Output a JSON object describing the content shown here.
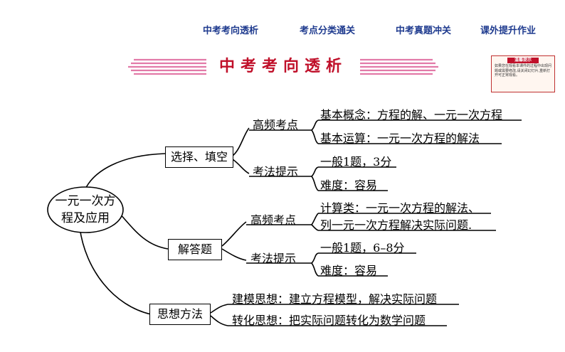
{
  "nav": {
    "items": [
      "中考考向透析",
      "考点分类通关",
      "中考真题冲关",
      "课外提升作业"
    ]
  },
  "banner": {
    "title": "中考考向透析"
  },
  "tip": {
    "title": "温馨提示",
    "body": "如果您在观看本课件的过程中出现问题或需要修改,请关闭幻灯片,重新打开可正常观看。"
  },
  "mindmap": {
    "root": "一元一次方程及应用",
    "branches": [
      {
        "label": "选择、填空",
        "groups": [
          {
            "label": "高频考点",
            "items": [
              "基本概念：方程的解、一元一次方程",
              "基本运算：一元一次方程的解法"
            ]
          },
          {
            "label": "考法提示",
            "items": [
              "一般1题，3分",
              "难度：容易"
            ]
          }
        ]
      },
      {
        "label": "解答题",
        "groups": [
          {
            "label": "高频考点",
            "items": [
              "计算类：一元一次方程的解法、",
              "列一元一次方程解决实际问题."
            ]
          },
          {
            "label": "考法提示",
            "items": [
              "一般1题，6–8分",
              "难度：容易"
            ]
          }
        ]
      },
      {
        "label": "思想方法",
        "groups": [
          {
            "label": "",
            "items": [
              "建模思想：建立方程模型，解决实际问题",
              "转化思想：把实际问题转化为数学问题"
            ]
          }
        ]
      }
    ]
  },
  "colors": {
    "nav": "#1f3b8f",
    "banner_title": "#c0102a",
    "banner_stripes": "#e27aa8"
  }
}
